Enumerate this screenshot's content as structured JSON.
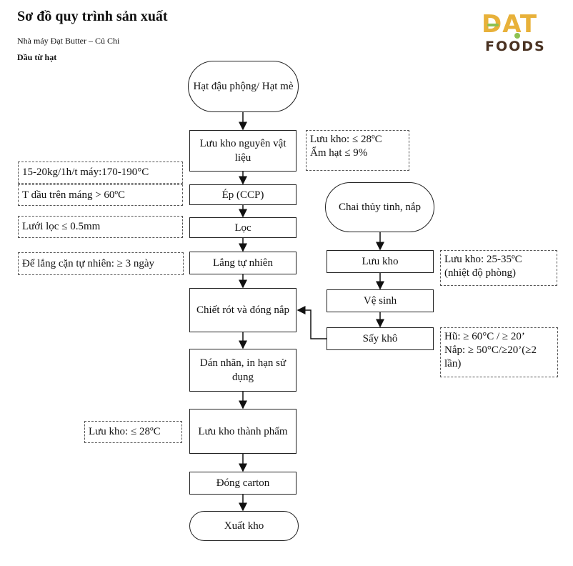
{
  "header": {
    "title": "Sơ đồ quy trình sản xuất",
    "subtitle": "Nhà máy Đạt Butter – Củ Chi",
    "product": "Dầu từ hạt"
  },
  "logo": {
    "top": "DAT",
    "bottom": "FOODS",
    "colors": {
      "gold": "#e8b13a",
      "brown": "#4a3222",
      "green": "#8cc152"
    }
  },
  "main_flow": {
    "start": "Hạt đậu phộng/ Hạt mè",
    "raw_storage": "Lưu kho nguyên vật liệu",
    "press": "Ép (CCP)",
    "filter": "Lọc",
    "settle": "Lắng tự nhiên",
    "fill_cap": "Chiết rót và đóng nắp",
    "label": "Dán nhãn, in hạn sử dụng",
    "product_storage": "Lưu kho thành phẩm",
    "carton": "Đóng carton",
    "end": "Xuất kho"
  },
  "side_flow": {
    "start": "Chai thủy tinh, nắp",
    "storage": "Lưu kho",
    "clean": "Vệ sinh",
    "dry": "Sấy khô"
  },
  "notes": {
    "raw_storage_1": "Lưu kho: ≤ 28ºC",
    "raw_storage_2": "Ẩm hạt ≤ 9%",
    "press_rate": "15-20kg/1h/t máy:170-190°C",
    "press_temp": "T dầu trên máng > 60ºC",
    "filter": "Lưới lọc ≤ 0.5mm",
    "settle": "Để lắng cặn tự nhiên: ≥ 3 ngày",
    "product_storage": "Lưu kho: ≤ 28ºC",
    "bottle_storage_1": "Lưu kho: 25-35ºC",
    "bottle_storage_2": "(nhiệt độ phòng)",
    "dry_1": "Hũ: ≥ 60°C / ≥ 20’",
    "dry_2": "Nắp: ≥ 50°C/≥20’(≥2 lần)"
  }
}
